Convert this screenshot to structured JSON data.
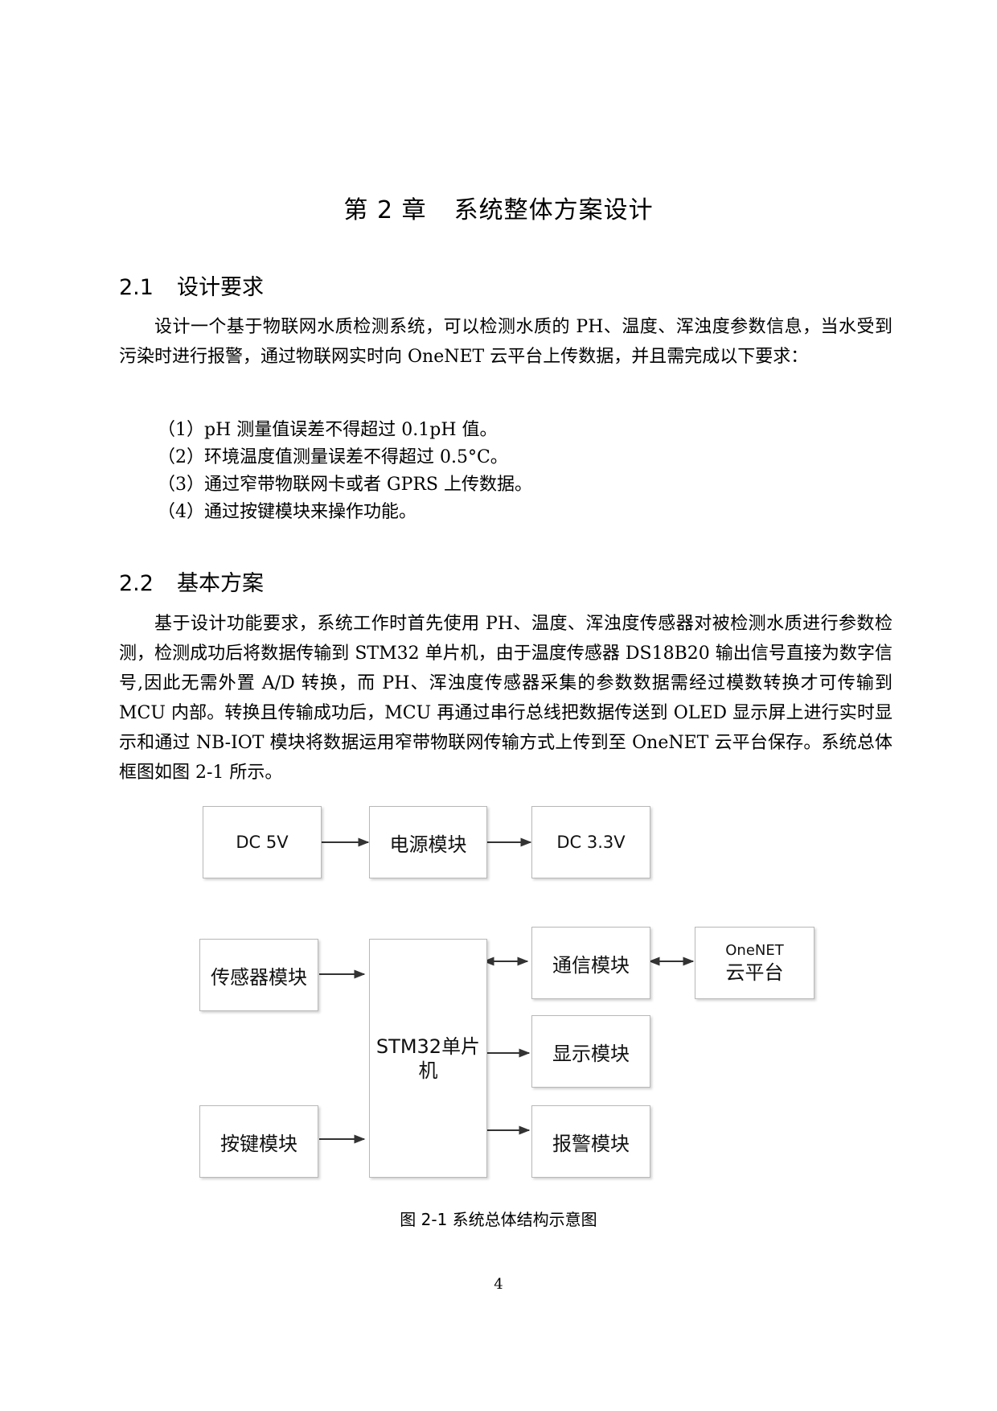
{
  "chapter": {
    "number": "第 2 章",
    "title": "系统整体方案设计"
  },
  "section1": {
    "number": "2.1",
    "title": "设计要求",
    "paragraph": "设计一个基于物联网水质检测系统，可以检测水质的 PH、温度、浑浊度参数信息，当水受到污染时进行报警，通过物联网实时向 OneNET 云平台上传数据，并且需完成以下要求：",
    "requirements": [
      "（1）pH 测量值误差不得超过 0.1pH 值。",
      "（2）环境温度值测量误差不得超过 0.5°C。",
      "（3）通过窄带物联网卡或者 GPRS 上传数据。",
      "（4）通过按键模块来操作功能。"
    ]
  },
  "section2": {
    "number": "2.2",
    "title": "基本方案",
    "paragraph": "基于设计功能要求，系统工作时首先使用 PH、温度、浑浊度传感器对被检测水质进行参数检测，检测成功后将数据传输到 STM32 单片机，由于温度传感器 DS18B20 输出信号直接为数字信号,因此无需外置 A/D 转换，而 PH、浑浊度传感器采集的参数数据需经过模数转换才可传输到 MCU 内部。转换且传输成功后，MCU 再通过串行总线把数据传送到 OLED 显示屏上进行实时显示和通过 NB-IOT 模块将数据运用窄带物联网传输方式上传到至 OneNET 云平台保存。系统总体框图如图 2-1 所示。"
  },
  "diagram": {
    "dc5v": "DC 5V",
    "power": "电源模块",
    "dc33v": "DC 3.3V",
    "sensor": "传感器模块",
    "key": "按键模块",
    "mcu_line1": "STM32单片",
    "mcu_line2": "机",
    "comm": "通信模块",
    "display": "显示模块",
    "alarm": "报警模块",
    "cloud_line1": "OneNET",
    "cloud_line2": "云平台",
    "caption": "图 2-1  系统总体结构示意图"
  },
  "page_number": "4"
}
